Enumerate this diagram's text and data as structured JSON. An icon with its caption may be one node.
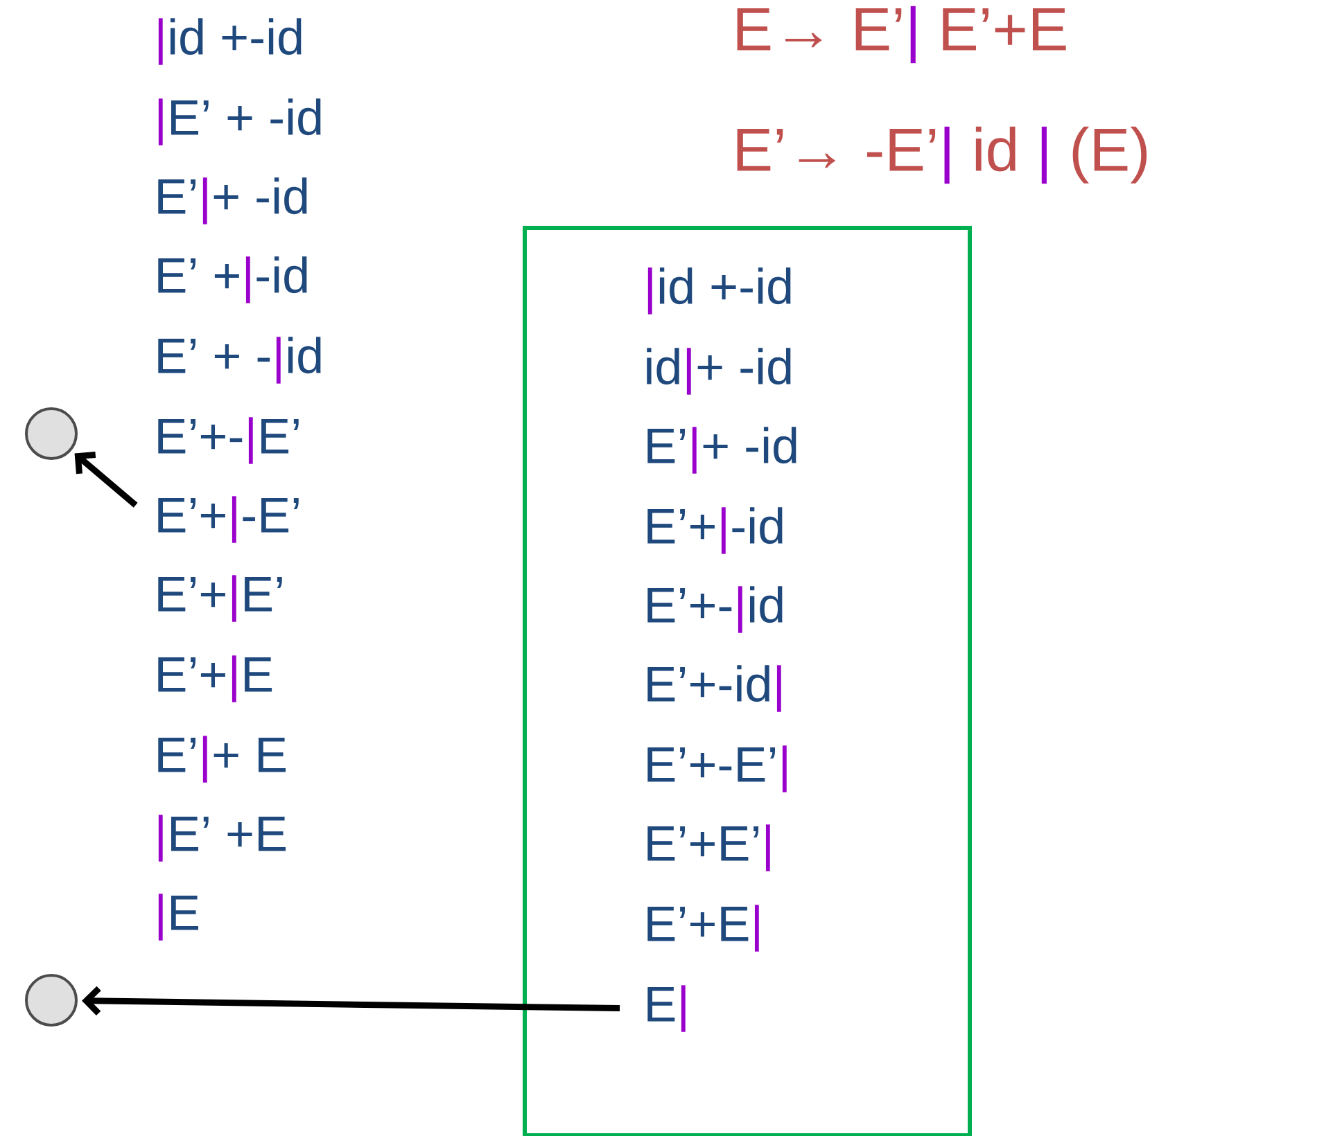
{
  "diagram": {
    "nodes": [
      {
        "text": [],
        "shape": "box"
      },
      {
        "text": [
          "|id +-id"
        ],
        "in": 0
      },
      {
        "text": [
          "id|+ -id"
        ],
        "in": 0
      },
      {
        "text": [
          "E’|+ -id"
        ],
        "in": 0
      },
      {
        "text": [
          "E’+|-id"
        ],
        "in": 0
      },
      {
        "text": [
          "E’+-|id"
        ],
        "in": 0
      },
      {
        "text": [
          "E’+-id|"
        ],
        "in": 0
      },
      {
        "text": [
          "E’+-E’|"
        ],
        "in": 0
      },
      {
        "text": [
          "E’+E’|"
        ],
        "in": 0
      },
      {
        "text": [
          "E’+E|"
        ],
        "in": 0
      },
      {
        "text": [
          "E|"
        ],
        "in": 0
      },
      {
        "text": [
          "E’+|-E’"
        ]
      },
      {
        "text": [],
        "shape": "circle"
      },
      {
        "text": [],
        "shape": "circle"
      }
    ],
    "edges": [
      {
        "from": 11,
        "to": 12,
        "arrow": "to"
      },
      {
        "from": 10,
        "to": 13,
        "arrow": "to"
      }
    ],
    "labels": [
      "|id +-id",
      "|E’ + -id",
      "E’|+ -id",
      "E’ +|-id",
      "E’ + -|id",
      "E’+-|E’",
      "E’+|E’",
      "E’+|E",
      "E’|+ E",
      "|E’ +E",
      "|E",
      "E→ E’| E’+E",
      "E’→ -E’| id | (E)"
    ]
  }
}
